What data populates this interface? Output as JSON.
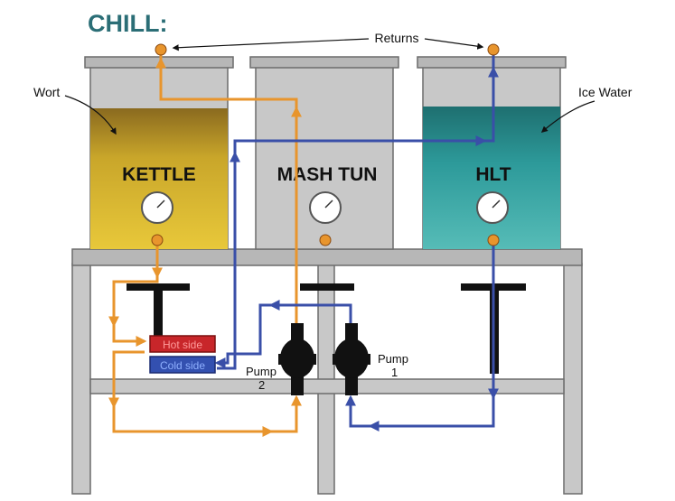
{
  "title": "CHILL:",
  "callouts": {
    "returns": "Returns",
    "wort": "Wort",
    "ice_water": "Ice Water"
  },
  "vessels": {
    "kettle": "KETTLE",
    "mash_tun": "MASH TUN",
    "hlt": "HLT"
  },
  "pumps": {
    "pump2_label": "Pump",
    "pump2_number": "2",
    "pump1_label": "Pump",
    "pump1_number": "1"
  },
  "chiller": {
    "hot_side": "Hot side",
    "cold_side": "Cold side"
  },
  "colors": {
    "wort_flow": "#e8952d",
    "water_flow": "#3a4fa8",
    "title": "#2b6e76",
    "wort_liquid": "#c9a62a",
    "ice_water_liquid": "#2d9a9a",
    "hot_side": "#c8262a",
    "cold_side": "#3350b0"
  }
}
